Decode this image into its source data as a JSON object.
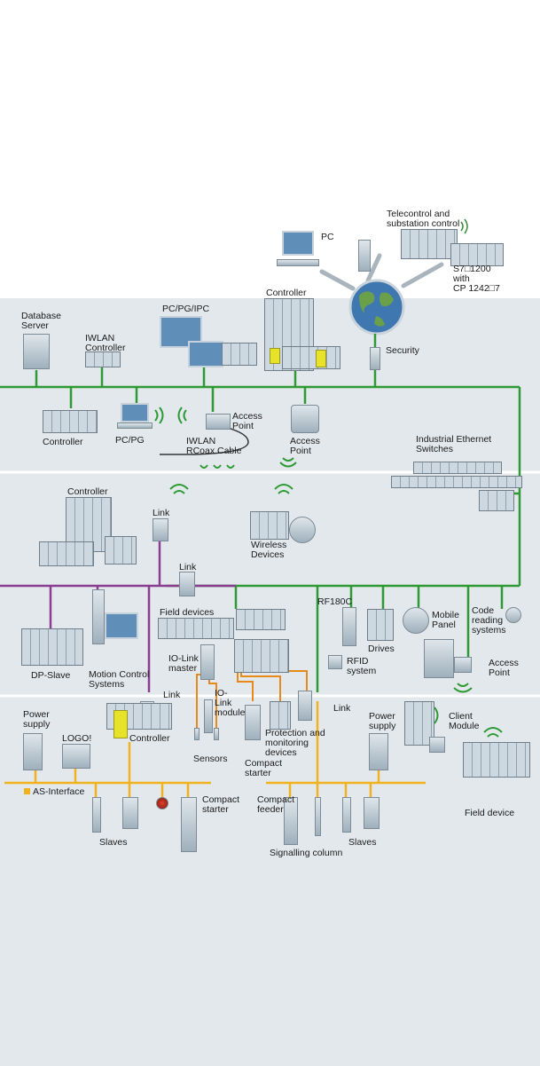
{
  "colors": {
    "industrial_ethernet": "#2e9a34",
    "profibus": "#8a3d91",
    "as_interface": "#f2b21c",
    "io_link": "#e88a1a",
    "panel_background": "#e3e8ec",
    "wan_arrows": "#a9b4bc"
  },
  "labels": {
    "pc": "PC",
    "telecontrol": "Telecontrol and\nsubstation control",
    "s7_1200": "S7□1200\nwith\nCP 1242□7",
    "security": "Security",
    "database_server": "Database\nServer",
    "iwlan_controller": "IWLAN\nController",
    "pc_pg_ipc": "PC/PG/IPC",
    "controller_top": "Controller",
    "controller_ie": "Controller",
    "pc_pg": "PC/PG",
    "access_point_1": "Access\nPoint",
    "iwlan_rcoax": "IWLAN\nRCoax Cable",
    "access_point_2": "Access\nPoint",
    "ie_switches": "Industrial Ethernet\nSwitches",
    "controller_mid": "Controller",
    "link_1": "Link",
    "wireless_devices": "Wireless\nDevices",
    "link_2": "Link",
    "dp_slave": "DP-Slave",
    "motion_control": "Motion Control\nSystems",
    "field_devices": "Field devices",
    "io_link_master": "IO-Link\nmaster",
    "io_link_module": "IO-\nLink\nmodule",
    "link_3": "Link",
    "rf180c": "RF180C",
    "rfid_system": "RFID\nsystem",
    "drives": "Drives",
    "mobile_panel": "Mobile\nPanel",
    "code_reading": "Code\nreading\nsystems",
    "access_point_3": "Access\nPoint",
    "protection": "Protection and\nmonitoring\ndevices",
    "sensors": "Sensors",
    "compact_starter_1": "Compact\nstarter",
    "link_4": "Link",
    "power_supply_1": "Power\nsupply",
    "logo": "LOGO!",
    "controller_as": "Controller",
    "as_interface": "AS-Interface",
    "slaves_1": "Slaves",
    "compact_starter_2": "Compact\nstarter",
    "power_supply_2": "Power\nsupply",
    "client_module": "Client\nModule",
    "field_device": "Field device",
    "compact_feeder": "Compact\nfeeder",
    "signalling_column": "Signalling column",
    "slaves_2": "Slaves"
  }
}
